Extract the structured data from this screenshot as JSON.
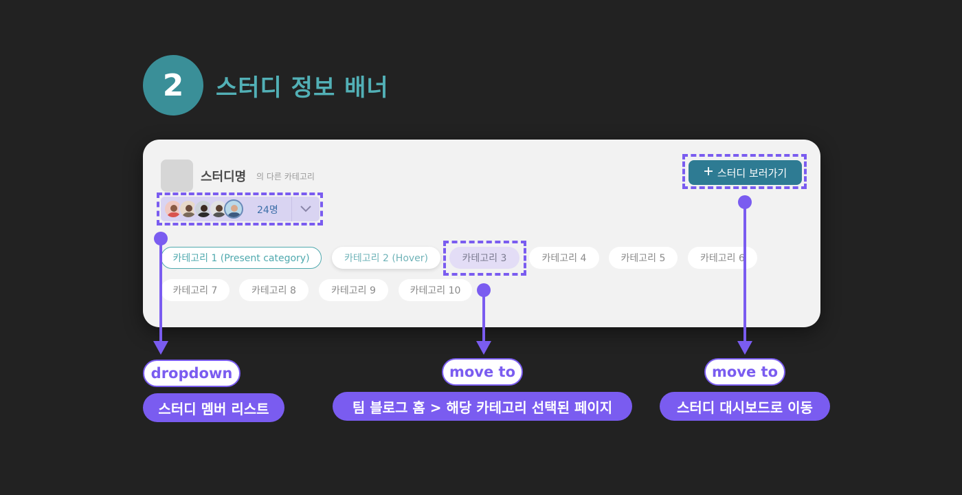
{
  "step": {
    "number": "2",
    "title": "스터디 정보 배너"
  },
  "banner": {
    "study_name": "스터디명",
    "subtitle": "의 다른 카테고리",
    "member_count": "24명",
    "study_button_icon": "plus-icon",
    "study_button_label": "스터디 보러가기",
    "categories": [
      "카테고리 1 (Present category)",
      "카테고리 2 (Hover)",
      "카테고리 3",
      "카테고리 4",
      "카테고리 5",
      "카테고리 6",
      "카테고리 7",
      "카테고리 8",
      "카테고리 9",
      "카테고리 10"
    ]
  },
  "annotations": [
    {
      "action": "dropdown",
      "description": "스터디 멤버 리스트"
    },
    {
      "action": "move to",
      "description": "팀 블로그 홈 > 해당 카테고리 선택된 페이지"
    },
    {
      "action": "move to",
      "description": "스터디 대시보드로 이동"
    }
  ],
  "colors": {
    "accent": "#7a5cf0",
    "teal": "#3a8f98",
    "button": "#2e7b93",
    "background": "#222222",
    "card": "#f2f2f2"
  }
}
